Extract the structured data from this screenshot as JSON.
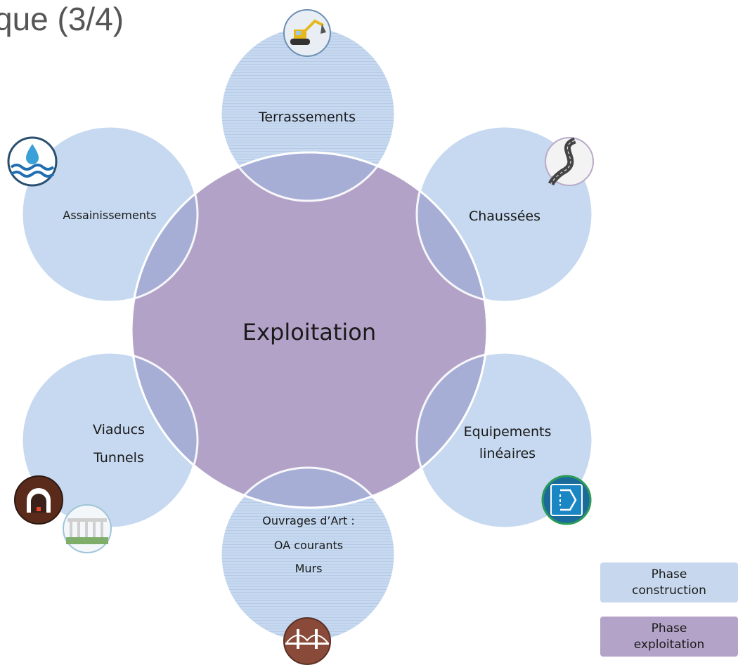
{
  "title": "que (3/4)",
  "center": {
    "label": "Exploitation"
  },
  "nodes": {
    "terrassements": {
      "lines": [
        "Terrassements"
      ]
    },
    "chaussees": {
      "lines": [
        "Chaussées"
      ]
    },
    "equipements": {
      "lines": [
        "Equipements",
        "linéaires"
      ]
    },
    "ouvrages": {
      "lines": [
        "Ouvrages d’Art :",
        "OA courants",
        "Murs"
      ]
    },
    "viaducs": {
      "lines": [
        "Viaducs",
        "Tunnels"
      ]
    },
    "assainissements": {
      "lines": [
        "Assainissements"
      ]
    }
  },
  "icons": {
    "excavator": "excavator-icon",
    "water": "water-drop-icon",
    "road": "road-icon",
    "road_sign": "road-sign-icon",
    "tunnel": "tunnel-icon",
    "viaduct": "viaduct-icon",
    "bridge": "bridge-icon"
  },
  "legend": [
    {
      "line1": "Phase",
      "line2": "construction",
      "color": "#c7d8ee"
    },
    {
      "line1": "Phase",
      "line2": "exploitation",
      "color": "#b4a3c8"
    }
  ],
  "colors": {
    "construction": "#c6d9f0",
    "exploitation": "#b3a2c7",
    "overlap": "#a7aed6",
    "outline": "#ffffff"
  }
}
